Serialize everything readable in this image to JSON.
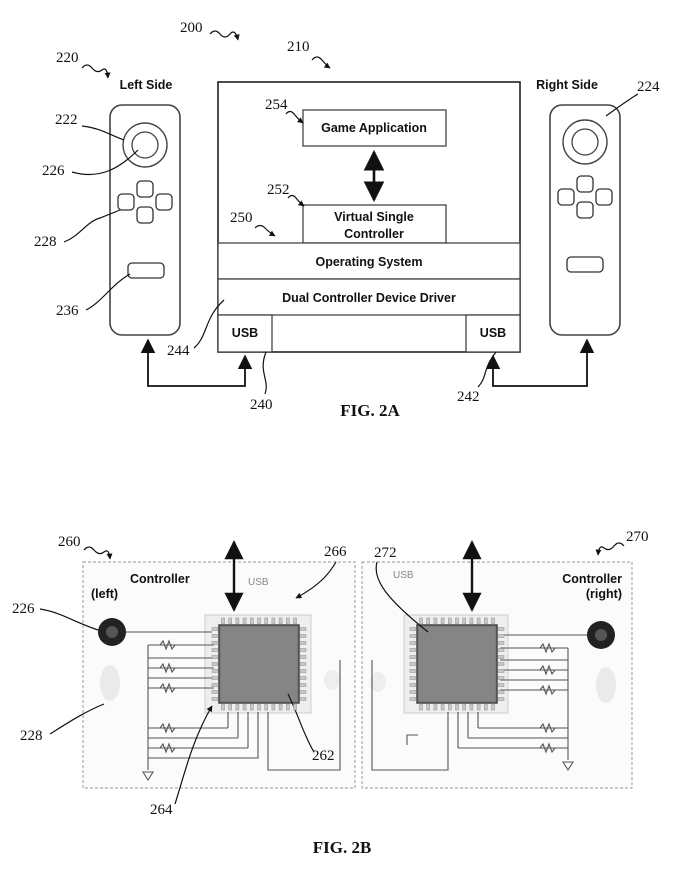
{
  "fig2a": {
    "ref_200": "200",
    "ref_210": "210",
    "ref_220": "220",
    "ref_222": "222",
    "ref_224": "224",
    "ref_226": "226",
    "ref_228": "228",
    "ref_236": "236",
    "ref_240": "240",
    "ref_242": "242",
    "ref_244": "244",
    "ref_250": "250",
    "ref_252": "252",
    "ref_254": "254",
    "left_side": "Left Side",
    "right_side": "Right Side",
    "game_application": "Game Application",
    "virtual_single_controller_line1": "Virtual Single",
    "virtual_single_controller_line2": "Controller",
    "operating_system": "Operating System",
    "device_driver": "Dual Controller Device Driver",
    "usb_left": "USB",
    "usb_right": "USB",
    "caption": "FIG. 2A"
  },
  "fig2b": {
    "ref_260": "260",
    "ref_262": "262",
    "ref_264": "264",
    "ref_266": "266",
    "ref_270": "270",
    "ref_272": "272",
    "ref_226": "226",
    "ref_228": "228",
    "left_controller_line1": "Controller",
    "left_controller_line2": "(left)",
    "right_controller_line1": "Controller",
    "right_controller_line2": "(right)",
    "usb_left": "USB",
    "usb_right": "USB",
    "caption": "FIG. 2B"
  }
}
